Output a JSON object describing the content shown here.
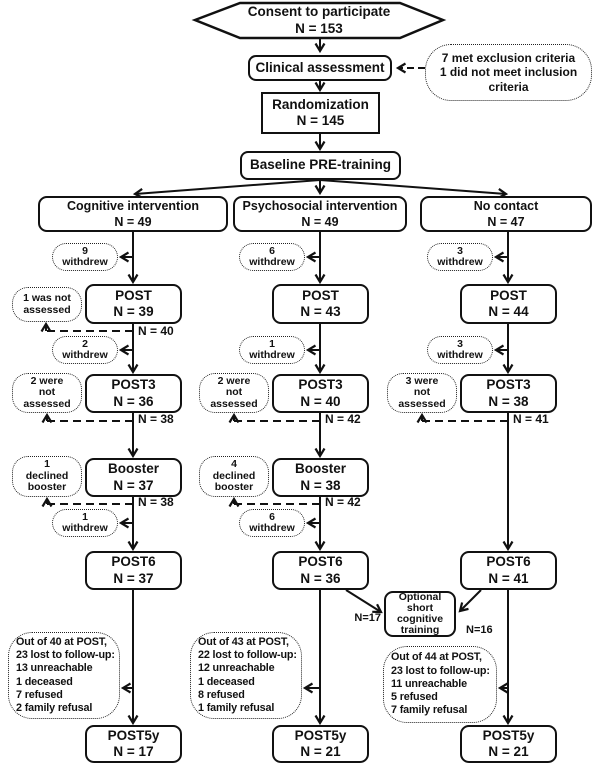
{
  "top": {
    "consent": "Consent to participate\nN = 153",
    "clinical_assessment": "Clinical assessment",
    "exclusion_note": "7 met exclusion criteria\n1 did not meet inclusion\ncriteria",
    "randomization": "Randomization\nN = 145",
    "baseline": "Baseline PRE-training"
  },
  "columns": [
    {
      "group": "Cognitive intervention\nN = 49",
      "withdrew_1": "9\nwithdrew",
      "post_not_assessed": "1 was not\nassessed",
      "post": "POST\nN = 39",
      "post_n_label": "N = 40",
      "withdrew_2": "2\nwithdrew",
      "post3_not_assessed": "2 were\nnot\nassessed",
      "post3": "POST3\nN = 36",
      "post3_n_label": "N = 38",
      "declined_booster": "1\ndeclined\nbooster",
      "booster": "Booster\nN = 37",
      "booster_n_label": "N = 38",
      "withdrew_3": "1\nwithdrew",
      "post6": "POST6\nN = 37",
      "lost_to_followup": "Out of 40 at POST,\n23 lost to follow-up:\n13 unreachable\n1 deceased\n7 refused\n2 family refusal",
      "post5y": "POST5y\nN = 17"
    },
    {
      "group": "Psychosocial intervention\nN = 49",
      "withdrew_1": "6\nwithdrew",
      "post": "POST\nN = 43",
      "withdrew_2": "1\nwithdrew",
      "post3_not_assessed": "2 were\nnot\nassessed",
      "post3": "POST3\nN = 40",
      "post3_n_label": "N = 42",
      "declined_booster": "4\ndeclined\nbooster",
      "booster": "Booster\nN = 38",
      "booster_n_label": "N = 42",
      "withdrew_3": "6\nwithdrew",
      "post6": "POST6\nN = 36",
      "lost_to_followup": "Out of 43 at POST,\n22 lost to follow-up:\n12 unreachable\n1 deceased\n8 refused\n1 family refusal",
      "post5y": "POST5y\nN = 21"
    },
    {
      "group": "No contact\nN = 47",
      "withdrew_1": "3\nwithdrew",
      "post": "POST\nN = 44",
      "withdrew_2": "3\nwithdrew",
      "post3_not_assessed": "3 were\nnot\nassessed",
      "post3": "POST3\nN = 38",
      "post3_n_label": "N = 41",
      "post6": "POST6\nN = 41",
      "lost_to_followup": "Out of 44 at POST,\n23 lost to follow-up:\n11 unreachable\n5 refused\n7 family refusal",
      "post5y": "POST5y\nN = 21"
    }
  ],
  "optional_training": {
    "label": "Optional\nshort\ncognitive\ntraining",
    "n_from_psychosocial": "N=17",
    "n_from_no_contact": "N=16"
  },
  "colors": {
    "ink": "#111111",
    "background": "#ffffff"
  }
}
